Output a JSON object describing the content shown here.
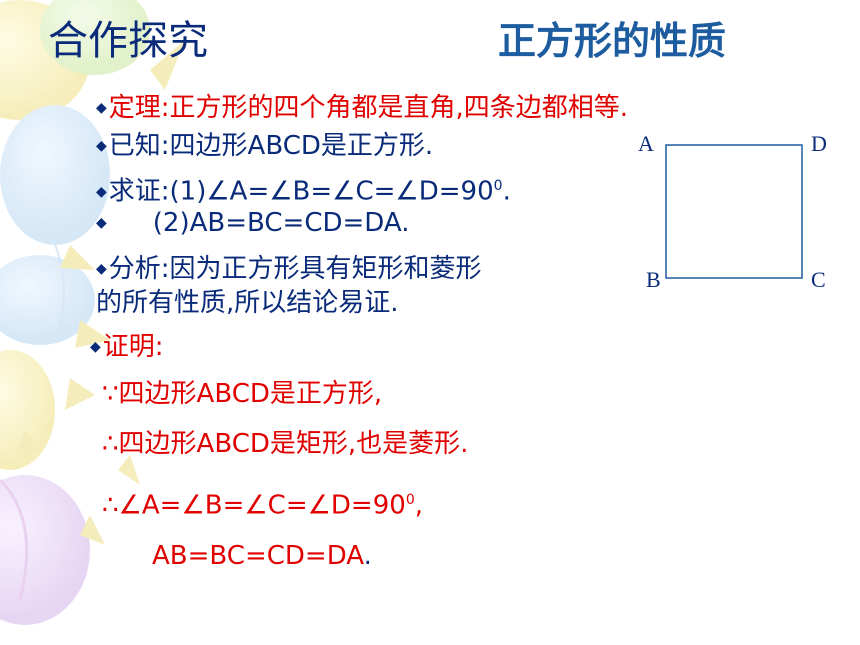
{
  "header": {
    "section_title": "合作探究",
    "topic_title": "正方形的性质"
  },
  "content": {
    "bullet": "◆",
    "theorem": "定理:正方形的四个角都是直角,四条边都相等.",
    "given": "已知:四边形ABCD是正方形.",
    "prove_1": "求证:(1)∠A=∠B=∠C=∠D=90",
    "prove_1_sup": "0",
    "prove_1_end": ".",
    "prove_2": "(2)AB=BC=CD=DA.",
    "analysis_line1": "分析:因为正方形具有矩形和菱形",
    "analysis_line2": "的所有性质,所以结论易证.",
    "proof_label": "证明:",
    "proof_step1": "∵四边形ABCD是正方形,",
    "proof_step2": "∴四边形ABCD是矩形,也是菱形.",
    "proof_step3": "∴∠A=∠B=∠C=∠D=90",
    "proof_step3_sup": "0",
    "proof_step3_end": ",",
    "proof_step4": "AB=BC=CD=DA",
    "proof_step4_end": "."
  },
  "figure": {
    "vertex_a": "A",
    "vertex_b": "B",
    "vertex_c": "C",
    "vertex_d": "D"
  },
  "colors": {
    "title": "#0a2b7a",
    "topic": "#1e5ca0",
    "emphasis": "#e10000",
    "text": "#0a2b7a"
  }
}
